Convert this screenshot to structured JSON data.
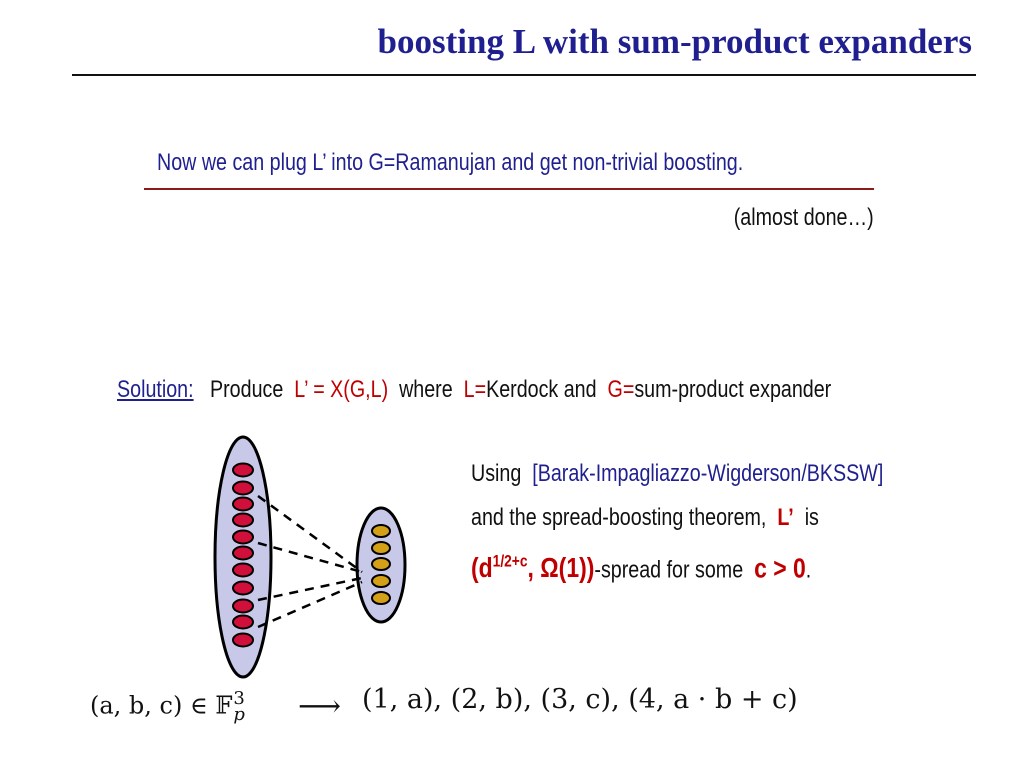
{
  "title": "boosting L with sum-product expanders",
  "headline": "Now we can plug L’ into G=Ramanujan and get non-trivial boosting.",
  "almost_done": "(almost done…)",
  "solution": {
    "label": "Solution:",
    "produce": "Produce",
    "l_prime_eq": "L’ = X(G,L)",
    "where": "where",
    "l_eq": "L=",
    "kerdock": "Kerdock and",
    "g_eq": "G=",
    "expander": "sum-product expander"
  },
  "right_text": {
    "using": "Using",
    "citation": "[Barak-Impagliazzo-Wigderson/BKSSW]",
    "line2_a": "and the spread-boosting theorem,",
    "line2_l": "L’",
    "line2_b": "is",
    "spread_d": "(d",
    "spread_exp": "1/2+c",
    "spread_omega": ", Ω(1))",
    "spread_rest": "-spread for some",
    "spread_c": "c > 0",
    "period": "."
  },
  "math": {
    "left_expr": "(a, b, c) ∈ 𝔽",
    "left_sup": "3",
    "left_sub": "p",
    "arrow": "⟶",
    "right_expr": "(1, a), (2, b), (3, c), (4, a · b + c)"
  },
  "colors": {
    "title": "#1f1f8f",
    "accent_red": "#c00000",
    "ellipse_fill": "#c8c8e8",
    "left_node": "#d0103a",
    "right_node": "#d4a017"
  },
  "icons": [
    "bipartite-graph-diagram"
  ]
}
